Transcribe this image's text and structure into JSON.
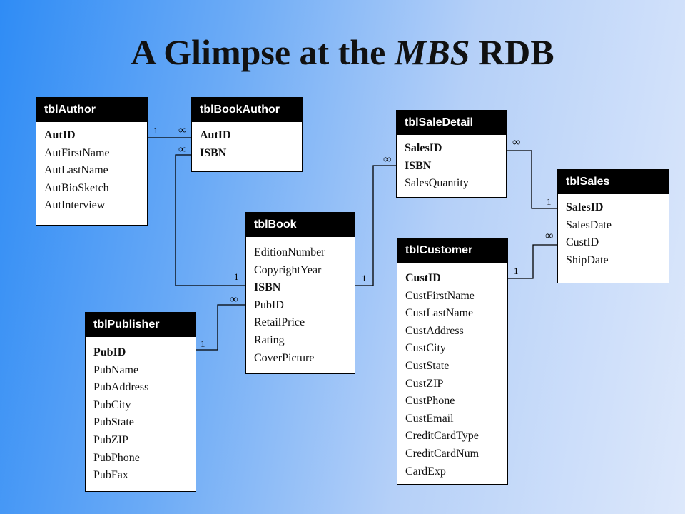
{
  "title": {
    "pre": "A Glimpse at the ",
    "em": "MBS",
    "post": " RDB"
  },
  "tables": {
    "author": {
      "name": "tblAuthor",
      "fields": [
        "AutID",
        "AutFirstName",
        "AutLastName",
        "AutBioSketch",
        "AutInterview"
      ]
    },
    "bookauthor": {
      "name": "tblBookAuthor",
      "fields": [
        "AutID",
        "ISBN"
      ]
    },
    "saledetail": {
      "name": "tblSaleDetail",
      "fields": [
        "SalesID",
        "ISBN",
        "SalesQuantity"
      ]
    },
    "sales": {
      "name": "tblSales",
      "fields": [
        "SalesID",
        "SalesDate",
        "CustID",
        "ShipDate"
      ]
    },
    "book": {
      "name": "tblBook",
      "fields": [
        "EditionNumber",
        "CopyrightYear",
        "ISBN",
        "PubID",
        "RetailPrice",
        "Rating",
        "CoverPicture"
      ]
    },
    "customer": {
      "name": "tblCustomer",
      "fields": [
        "CustID",
        "CustFirstName",
        "CustLastName",
        "CustAddress",
        "CustCity",
        "CustState",
        "CustZIP",
        "CustPhone",
        "CustEmail",
        "CreditCardType",
        "CreditCardNum",
        "CardExp"
      ]
    },
    "publisher": {
      "name": "tblPublisher",
      "fields": [
        "PubID",
        "PubName",
        "PubAddress",
        "PubCity",
        "PubState",
        "PubZIP",
        "PubPhone",
        "PubFax"
      ]
    }
  },
  "cardinality": {
    "one": "1",
    "many": "∞"
  }
}
